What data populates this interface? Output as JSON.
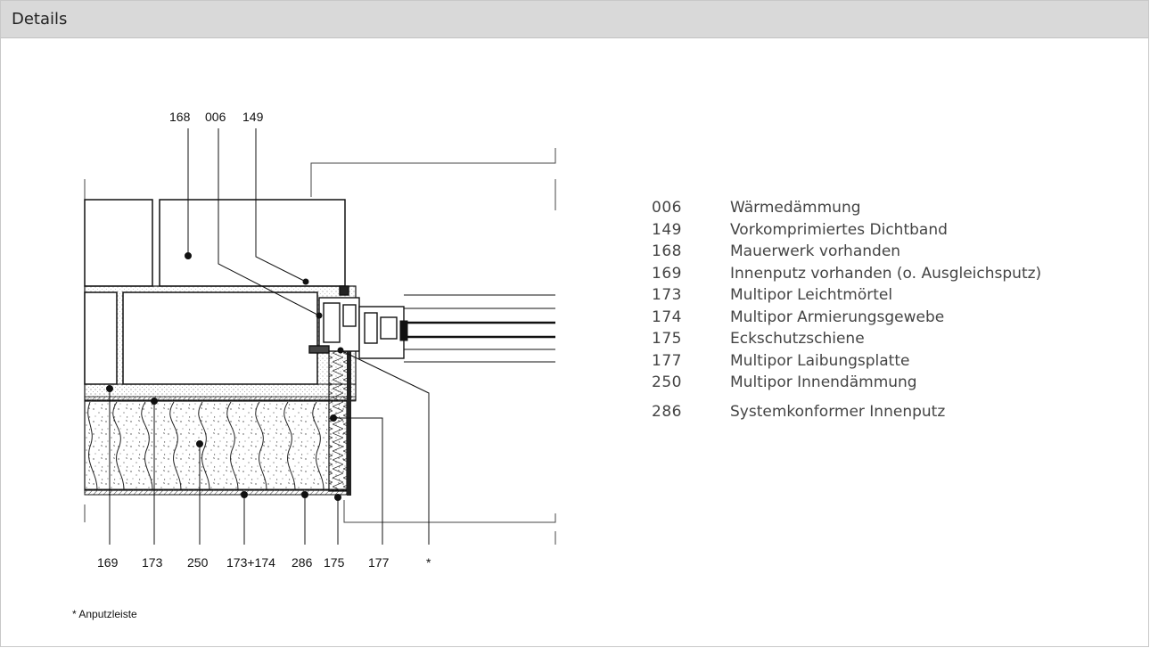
{
  "panel": {
    "title": "Details"
  },
  "drawing": {
    "top_labels": [
      "168",
      "006",
      "149"
    ],
    "bottom_labels": [
      "169",
      "173",
      "250",
      "173+174",
      "286",
      "175",
      "177",
      "*"
    ],
    "footnote": "* Anputzleiste"
  },
  "legend": [
    {
      "code": "006",
      "desc": "Wärmedämmung"
    },
    {
      "code": "149",
      "desc": "Vorkomprimiertes Dichtband"
    },
    {
      "code": "168",
      "desc": "Mauerwerk vorhanden"
    },
    {
      "code": "169",
      "desc": "Innenputz vorhanden (o. Ausgleichsputz)"
    },
    {
      "code": "173",
      "desc": "Multipor Leichtmörtel"
    },
    {
      "code": "174",
      "desc": "Multipor Armierungsgewebe"
    },
    {
      "code": "175",
      "desc": "Eckschutzschiene"
    },
    {
      "code": "177",
      "desc": "Multipor Laibungsplatte"
    },
    {
      "code": "250",
      "desc": "Multipor Innendämmung"
    },
    {
      "code": "286",
      "desc": "Systemkonformer Innenputz"
    }
  ]
}
